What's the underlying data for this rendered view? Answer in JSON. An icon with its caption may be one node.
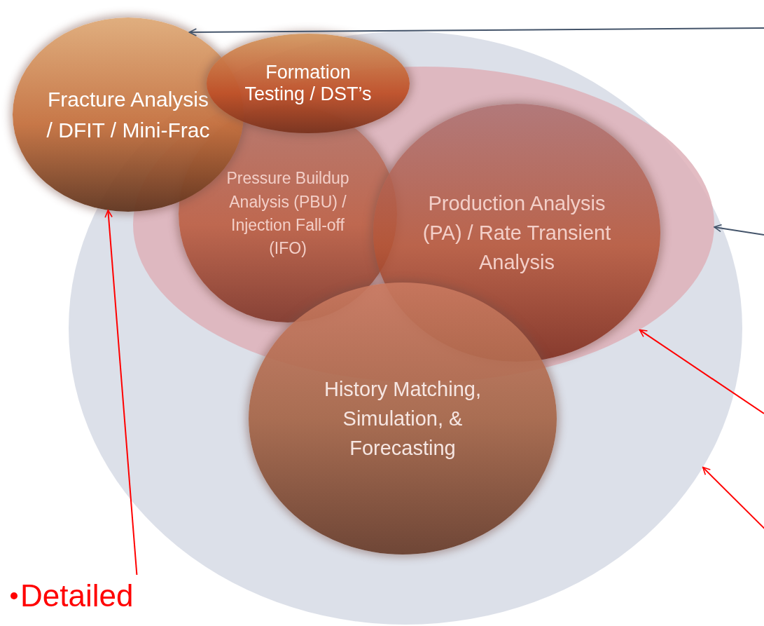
{
  "diagram": {
    "nodes": [
      {
        "text": [],
        "shape": "ellipse"
      },
      {
        "text": [],
        "shape": "ellipse",
        "in": 0
      },
      {
        "text": [
          "Fracture Analysis / DFIT / Mini-Frac"
        ]
      },
      {
        "text": [
          "Formation Testing / DST’s"
        ],
        "in": 0
      },
      {
        "text": [
          "Pressure Buildup Analysis (PBU) / Injection Fall-off (IFO)"
        ],
        "in": 1
      },
      {
        "text": [
          "Production Analysis (PA) / Rate Transient Analysis"
        ],
        "in": 1
      },
      {
        "text": [
          "History Matching, Simulation, & Forecasting"
        ],
        "in": 0
      },
      {
        "text": [
          "Detailed"
        ]
      }
    ],
    "edges": [
      {
        "from": null,
        "to": 2,
        "arrow": "to",
        "color": "#44546a"
      },
      {
        "from": null,
        "to": 1,
        "arrow": "to",
        "color": "#44546a"
      },
      {
        "from": null,
        "to": 1,
        "arrow": "to"
      },
      {
        "from": null,
        "to": 0,
        "arrow": "to"
      },
      {
        "from": 7,
        "to": 2,
        "arrow": "to"
      }
    ]
  }
}
